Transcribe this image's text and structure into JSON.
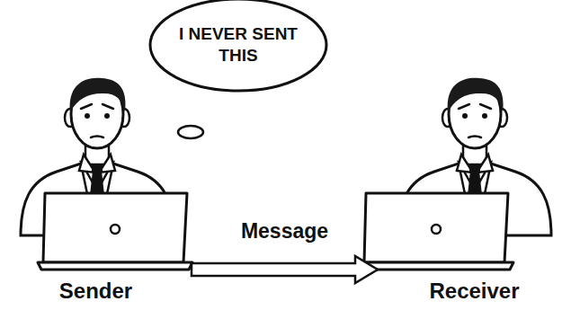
{
  "diagram": {
    "nodes": [
      {
        "text": [
          "I NEVER SENT THIS"
        ]
      },
      {
        "text": [
          "Sender"
        ]
      },
      {
        "text": [
          "Receiver"
        ]
      }
    ],
    "edges": [
      {
        "from": 1,
        "to": 2,
        "label": "Message",
        "arrow": "to"
      }
    ]
  }
}
